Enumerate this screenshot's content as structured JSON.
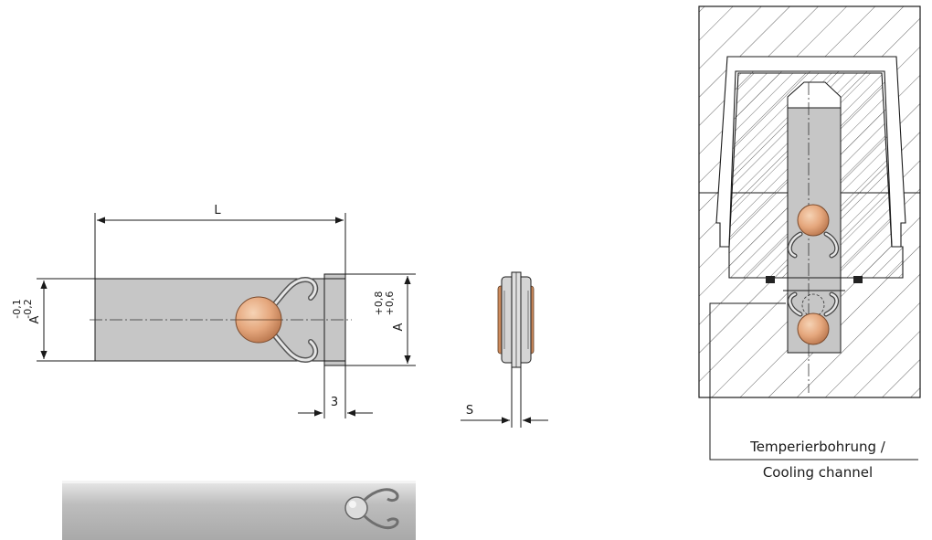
{
  "dimensions": {
    "length": "L",
    "top_tol_upper": "-0,1",
    "top_tol_lower": "-0,2",
    "width_left": "A",
    "width_right": "A",
    "right_tol_upper": "+0,8",
    "right_tol_lower": "+0,6",
    "spring_offset": "3",
    "thickness": "S"
  },
  "section": {
    "caption_line1": "Temperierbohrung /",
    "caption_line2": "Cooling channel"
  },
  "colors": {
    "part_gray": "#c6c6c6",
    "ball_copper": "#e5a77d",
    "hatch": "#555555",
    "line": "#1a1a1a"
  }
}
